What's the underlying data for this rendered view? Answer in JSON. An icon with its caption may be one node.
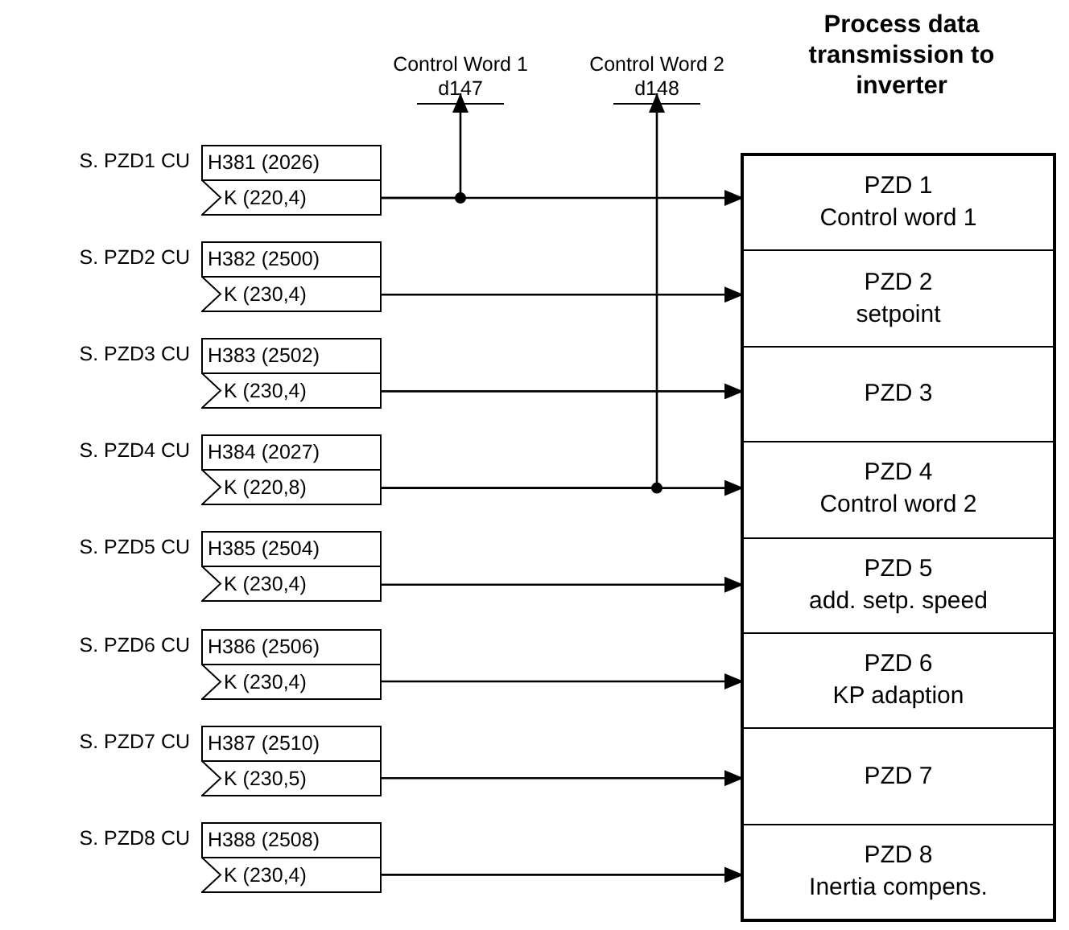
{
  "diagram": {
    "nodes": [
      {
        "text": [
          "Process data transmission to inverter"
        ]
      },
      {
        "text": [
          "PZD 1",
          "Control word 1"
        ],
        "in": 0
      },
      {
        "text": [
          "PZD 2",
          "setpoint"
        ],
        "in": 0
      },
      {
        "text": [
          "PZD 3"
        ],
        "in": 0
      },
      {
        "text": [
          "PZD 4",
          "Control word 2"
        ],
        "in": 0
      },
      {
        "text": [
          "PZD 5",
          "add. setp. speed"
        ],
        "in": 0
      },
      {
        "text": [
          "PZD 6",
          "KP adaption"
        ],
        "in": 0
      },
      {
        "text": [
          "PZD 7"
        ],
        "in": 0
      },
      {
        "text": [
          "PZD 8",
          "Inertia compens."
        ],
        "in": 0
      },
      {
        "text": [
          "H381 (2026)",
          "K (220,4)"
        ],
        "beside": [
          "S. PZD1 CU"
        ]
      },
      {
        "text": [
          "H382 (2500)",
          "K (230,4)"
        ],
        "beside": [
          "S. PZD2 CU"
        ]
      },
      {
        "text": [
          "H383 (2502)",
          "K (230,4)"
        ],
        "beside": [
          "S. PZD3 CU"
        ]
      },
      {
        "text": [
          "H384 (2027)",
          "K (220,8)"
        ],
        "beside": [
          "S. PZD4 CU"
        ]
      },
      {
        "text": [
          "H385 (2504)",
          "K (230,4)"
        ],
        "beside": [
          "S. PZD5 CU"
        ]
      },
      {
        "text": [
          "H386 (2506)",
          "K (230,4)"
        ],
        "beside": [
          "S. PZD6 CU"
        ]
      },
      {
        "text": [
          "H387 (2510)",
          "K (230,5)"
        ],
        "beside": [
          "S. PZD7 CU"
        ]
      },
      {
        "text": [
          "H388 (2508)",
          "K (230,4)"
        ],
        "beside": [
          "S. PZD8 CU"
        ]
      },
      {
        "text": [
          "Control Word 1",
          "d147"
        ]
      },
      {
        "text": [
          "Control Word 2",
          "d148"
        ]
      }
    ],
    "edges": [
      {
        "from": 9,
        "to": 1,
        "arrow": "to"
      },
      {
        "from": 10,
        "to": 2,
        "arrow": "to"
      },
      {
        "from": 11,
        "to": 3,
        "arrow": "to"
      },
      {
        "from": 12,
        "to": 4,
        "arrow": "to"
      },
      {
        "from": 13,
        "to": 5,
        "arrow": "to"
      },
      {
        "from": 14,
        "to": 6,
        "arrow": "to"
      },
      {
        "from": 15,
        "to": 7,
        "arrow": "to"
      },
      {
        "from": 16,
        "to": 8,
        "arrow": "to"
      },
      {
        "from": 9,
        "to": 17,
        "arrow": "to"
      },
      {
        "from": 12,
        "to": 18,
        "arrow": "to"
      }
    ]
  }
}
